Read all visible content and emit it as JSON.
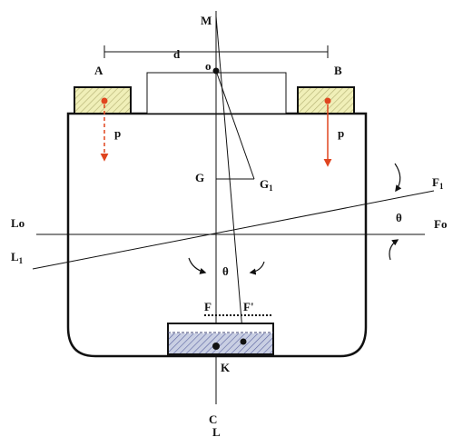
{
  "labels": {
    "M": "M",
    "o": "o",
    "d": "d",
    "A": "A",
    "B": "B",
    "p_left": "p",
    "p_right": "p",
    "G": "G",
    "G1_main": "G",
    "G1_sub": "1",
    "F1_main": "F",
    "F1_sub": "1",
    "theta_right": "θ",
    "Fo": "Fo",
    "Lo": "Lo",
    "L1_main": "L",
    "L1_sub": "1",
    "theta_mid": "θ",
    "F": "F",
    "F_prime": "F'",
    "K": "K",
    "CL_C": "C",
    "CL_L": "L"
  },
  "colors": {
    "line": "#111111",
    "weight_fill": "#f0efb8",
    "weight_hatch": "#b9b77a",
    "force_arrow": "#e0451f",
    "ballast_fill": "#c9cfe3",
    "ballast_hatch": "#5a63a0"
  }
}
